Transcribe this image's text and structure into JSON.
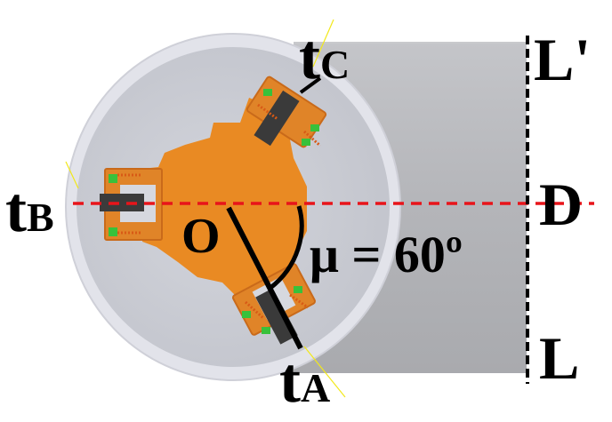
{
  "labels": {
    "tC": {
      "main": "t",
      "sub": "C"
    },
    "tB": {
      "main": "t",
      "sub": "B"
    },
    "tA": {
      "main": "t",
      "sub": "A"
    },
    "L_prime": "L'",
    "D": "D",
    "L": "L",
    "O": "O",
    "angle": "μ = 60º"
  },
  "colors": {
    "pipe_light": "#dcdee6",
    "pipe_inner": "#c9cbd3",
    "pipe_body": "#b3b4b8",
    "hub_orange": "#e98a23",
    "spring_orange": "#d85a16",
    "green_part": "#38c13b",
    "red_dashed": "#e8141a",
    "yellow_ray": "#f2e81a",
    "black": "#000000"
  }
}
